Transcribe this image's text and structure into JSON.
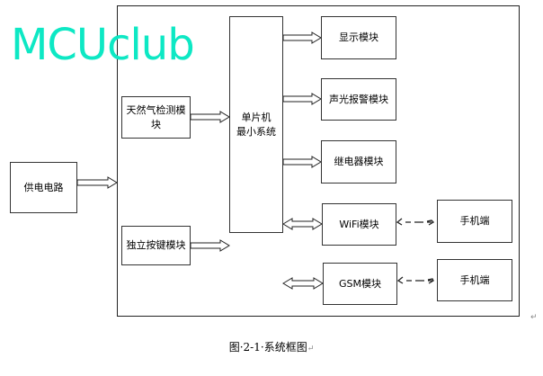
{
  "watermark": "MCUclub",
  "boxes": {
    "power": "供电电路",
    "gas": "天然气检测模块",
    "key": "独立按键模块",
    "mcu_line1": "单片机",
    "mcu_line2": "最小系统",
    "display": "显示模块",
    "alarm": "声光报警模块",
    "relay": "继电器模块",
    "wifi": "WiFi模块",
    "gsm": "GSM模块",
    "phone1": "手机端",
    "phone2": "手机端"
  },
  "caption": "图·2-1·系统框图",
  "return_mark": "↵"
}
